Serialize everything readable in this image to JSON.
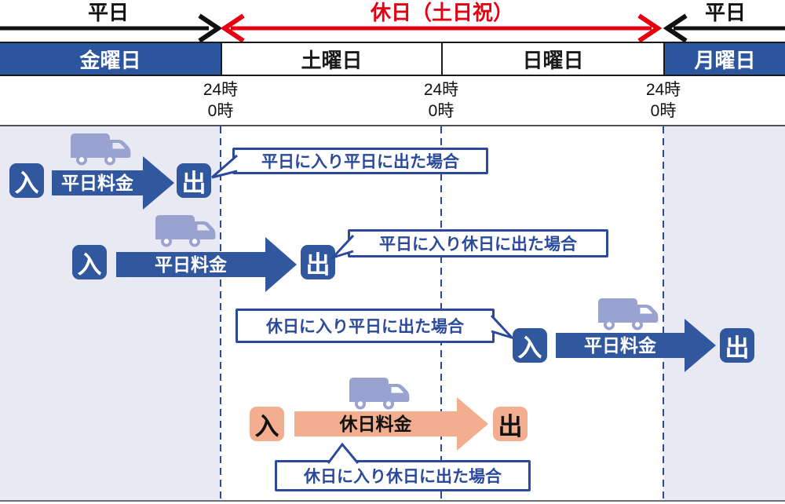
{
  "legend": {
    "weekday_left": "平日",
    "holiday_range": "休日（土日祝）",
    "weekday_right": "平日"
  },
  "days": [
    {
      "label": "金曜日",
      "kind": "weekday"
    },
    {
      "label": "土曜日",
      "kind": "holiday"
    },
    {
      "label": "日曜日",
      "kind": "holiday"
    },
    {
      "label": "月曜日",
      "kind": "weekday"
    }
  ],
  "time_marks": [
    {
      "line1": "24時",
      "line2": "0時"
    },
    {
      "line1": "24時",
      "line2": "0時"
    },
    {
      "line1": "24時",
      "line2": "0時"
    }
  ],
  "scenarios": [
    {
      "entry": "入",
      "fee": "平日料金",
      "exit": "出",
      "fee_type": "weekday",
      "callout": "平日に入り平日に出た場合"
    },
    {
      "entry": "入",
      "fee": "平日料金",
      "exit": "出",
      "fee_type": "weekday",
      "callout": "平日に入り休日に出た場合"
    },
    {
      "entry": "入",
      "fee": "平日料金",
      "exit": "出",
      "fee_type": "weekday",
      "callout": "休日に入り平日に出た場合"
    },
    {
      "entry": "入",
      "fee": "休日料金",
      "exit": "出",
      "fee_type": "holiday",
      "callout": "休日に入り休日に出た場合"
    }
  ],
  "colors": {
    "weekday_blue": "#31589e",
    "day_bar_blue": "#2b559c",
    "holiday_salmon": "#f3ae90",
    "legend_red": "#e60012",
    "callout_blue": "#2b4a9b",
    "weekday_panel_lavender": "#e9e9f4",
    "truck_periwinkle": "#9aa3d0"
  }
}
